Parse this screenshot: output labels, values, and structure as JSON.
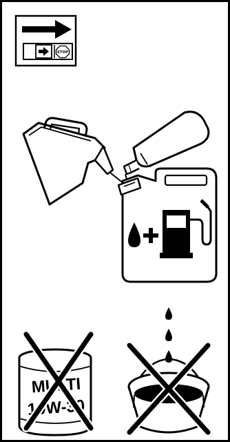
{
  "colors": {
    "line": "#000000",
    "fill": "#ffffff"
  },
  "icons": {
    "direction_arrow": "right-arrow-icon",
    "go_button": "right-arrow-icon",
    "stop_button": "stop-icon",
    "oil_drop": "oil-drop-icon",
    "plus": "plus-icon",
    "fuel_pump": "fuel-pump-icon",
    "prohibited": "prohibited-x-icon"
  },
  "labels": {
    "stop_button": "STOP",
    "multi_can_line1": "MULTI",
    "multi_can_line2": "10W-30"
  }
}
